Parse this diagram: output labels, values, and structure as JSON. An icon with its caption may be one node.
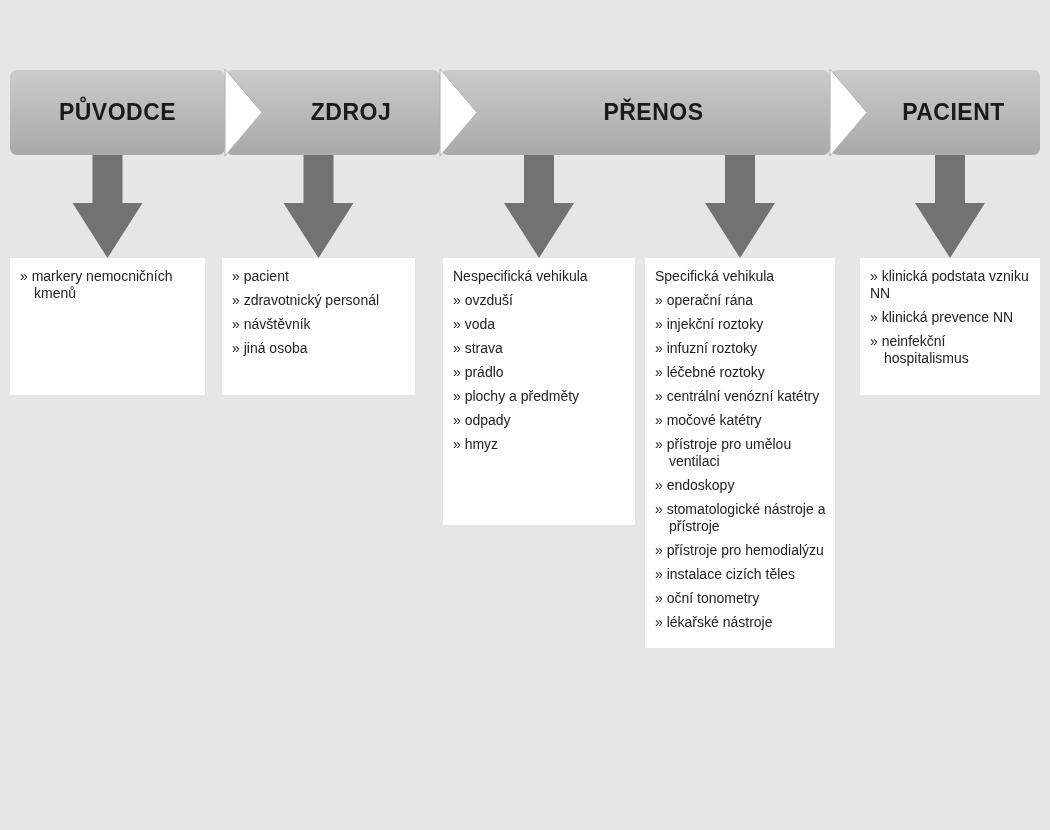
{
  "diagram": {
    "nodes": [
      {
        "text": [
          "PŮVODCE"
        ]
      },
      {
        "text": [
          "ZDROJ"
        ]
      },
      {
        "text": [
          "PŘENOS"
        ]
      },
      {
        "text": [
          "PACIENT"
        ]
      },
      {
        "text": [
          "» markery nemocničních kmenů"
        ]
      },
      {
        "text": [
          "» pacient",
          "» zdravotnický personál",
          "» návštěvník",
          "» jiná osoba"
        ]
      },
      {
        "text": [
          "Nespecifická vehikula",
          "» ovzduší",
          "» voda",
          "» strava",
          "» prádlo",
          "» plochy a předměty",
          "» odpady",
          "» hmyz"
        ]
      },
      {
        "text": [
          "Specifická vehikula",
          "» operační rána",
          "» injekční roztoky",
          "» infuzní roztoky",
          "» léčebné roztoky",
          "» centrální venózní katétry",
          "» močové katétry",
          "» přístroje pro umělou ventilaci",
          "» endoskopy",
          "» stomatologické nástroje a přístroje",
          "» přístroje pro hemodialýzu",
          "» instalace cizích těles",
          "» oční tonometry",
          "» lékařské nástroje"
        ]
      },
      {
        "text": [
          "» klinická podstata vzniku NN",
          "» klinická prevence NN",
          "» neinfekční hospitalismus"
        ]
      }
    ],
    "edges": [
      {
        "from": 0,
        "to": 1,
        "arrow": "to"
      },
      {
        "from": 1,
        "to": 2,
        "arrow": "to"
      },
      {
        "from": 2,
        "to": 3,
        "arrow": "to"
      },
      {
        "from": 0,
        "to": 4,
        "arrow": "to",
        "style": "thick"
      },
      {
        "from": 1,
        "to": 5,
        "arrow": "to",
        "style": "thick"
      },
      {
        "from": 2,
        "to": 6,
        "arrow": "to",
        "style": "thick"
      },
      {
        "from": 2,
        "to": 7,
        "arrow": "to",
        "style": "thick"
      },
      {
        "from": 3,
        "to": 8,
        "arrow": "to",
        "style": "thick"
      }
    ]
  }
}
